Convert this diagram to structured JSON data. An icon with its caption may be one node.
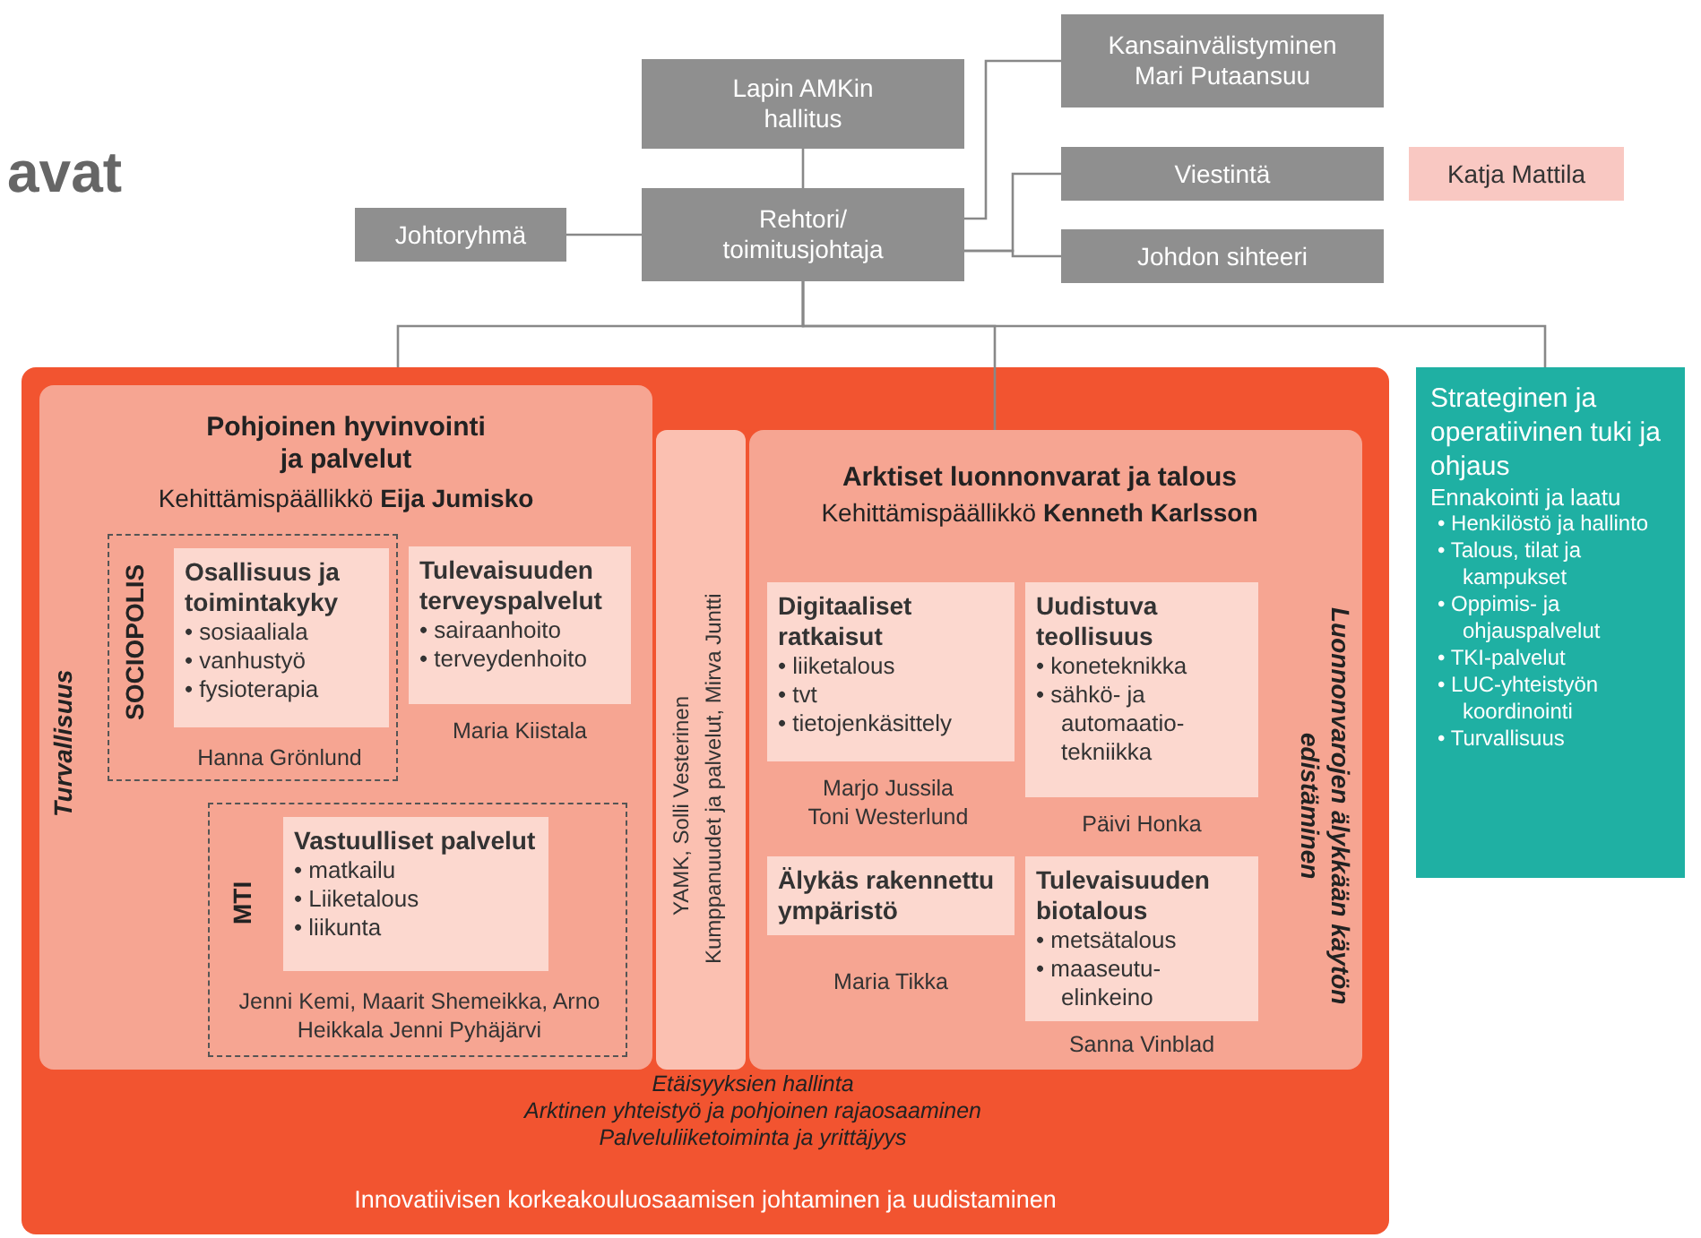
{
  "diagram": {
    "title": "avat",
    "nodes": [
      {
        "text": [
          "Lapin AMKin hallitus"
        ]
      },
      {
        "text": [
          "Rehtori/ toimitusjohtaja"
        ]
      },
      {
        "text": [
          "Johtoryhmä"
        ]
      },
      {
        "text": [
          "Kansainvälistyminen",
          "Mari Putaansuu"
        ]
      },
      {
        "text": [
          "Viestintä"
        ]
      },
      {
        "text": [
          "Katja Mattila"
        ]
      },
      {
        "text": [
          "Johdon sihteeri"
        ]
      },
      {
        "text": [
          "Etäisyyksien hallinta",
          "Arktinen yhteistyö ja pohjoinen rajaosaaminen",
          "Palveluliiketoiminta ja yrittäjyys",
          "Innovatiivisen korkeakouluosaamisen johtaminen ja uudistaminen"
        ]
      },
      {
        "text": [
          "Pohjoinen hyvinvointi ja palvelut",
          "Kehittämispäällikkö **Eija Jumisko**",
          "Turvallisuus"
        ],
        "in": 7
      },
      {
        "text": [
          "SOCIOPOLIS"
        ],
        "in": 8
      },
      {
        "text": [
          "Osallisuus ja toimintakyky",
          "• sosiaaliala",
          "• vanhustyö",
          "• fysioterapia"
        ],
        "in": 9,
        "beside": [
          "Hanna Grönlund"
        ]
      },
      {
        "text": [
          "Tulevaisuuden terveyspalvelut",
          "• sairaanhoito",
          "• terveydenhoito"
        ],
        "in": 8,
        "beside": [
          "Maria Kiistala"
        ]
      },
      {
        "text": [
          "MTI"
        ],
        "in": 8
      },
      {
        "text": [
          "Vastuulliset palvelut",
          "• matkailu",
          "• Liiketalous",
          "• liikunta"
        ],
        "in": 12,
        "beside": [
          "Jenni Kemi, Maarit Shemeikka, Arno Heikkala Jenni Pyhäjärvi"
        ]
      },
      {
        "text": [
          "YAMK, Solli Vesterinen",
          "Kumppanuudet ja palvelut, Mirva Juntti"
        ],
        "in": 7
      },
      {
        "text": [
          "Arktiset luonnonvarat ja talous",
          "Kehittämispäällikkö **Kenneth Karlsson**",
          "Luonnonvarojen älykkään käytön edistäminen"
        ],
        "in": 7
      },
      {
        "text": [
          "Digitaaliset ratkaisut",
          "• liiketalous",
          "• tvt",
          "• tietojenkäsittely"
        ],
        "in": 15,
        "beside": [
          "Marjo Jussila",
          "Toni Westerlund"
        ]
      },
      {
        "text": [
          "Uudistuva teollisuus",
          "• koneteknikka",
          "• sähkö- ja automaatio- tekniikka"
        ],
        "in": 15,
        "beside": [
          "Päivi Honka"
        ]
      },
      {
        "text": [
          "Älykäs rakennettu ympäristö"
        ],
        "in": 15,
        "beside": [
          "Maria Tikka"
        ]
      },
      {
        "text": [
          "Tulevaisuuden biotalous",
          "• metsätalous",
          "• maaseutu- elinkeino"
        ],
        "in": 15,
        "beside": [
          "Sanna Vinblad"
        ]
      },
      {
        "text": [
          "Strateginen ja operatiivinen tuki ja ohjaus",
          "Ennakointi ja laatu",
          "• Henkilöstö ja hallinto",
          "• Talous, tilat ja kampukset",
          "• Oppimis- ja ohjauspalvelut",
          "• TKI-palvelut",
          "• LUC-yhteistyön koordinointi",
          "• Turvallisuus"
        ]
      }
    ],
    "edges": [
      {
        "from": 0,
        "to": 1,
        "arrow": "none"
      },
      {
        "from": 2,
        "to": 1,
        "arrow": "none"
      },
      {
        "from": 1,
        "to": 3,
        "arrow": "none"
      },
      {
        "from": 1,
        "to": 4,
        "arrow": "none"
      },
      {
        "from": 1,
        "to": 6,
        "arrow": "none"
      },
      {
        "from": 1,
        "to": 7,
        "arrow": "none"
      },
      {
        "from": 1,
        "to": 15,
        "arrow": "none"
      },
      {
        "from": 1,
        "to": 20,
        "arrow": "none"
      }
    ]
  }
}
